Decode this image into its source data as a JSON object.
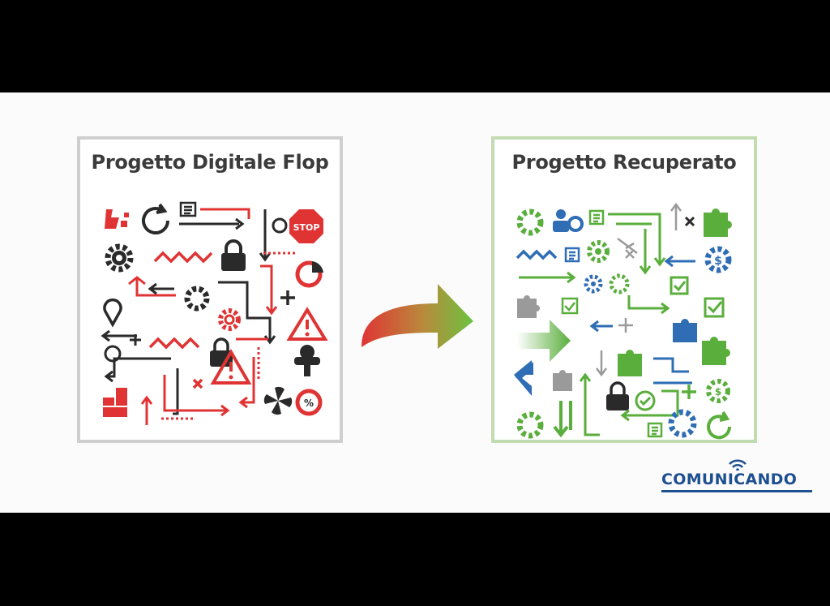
{
  "left_panel": {
    "title": "Progetto Digitale Flop",
    "sign_text": "STOP",
    "percent_text": "%"
  },
  "right_panel": {
    "title": "Progetto Recuperato",
    "dollar_text": "$"
  },
  "brand": {
    "name": "COMUNICANDO"
  },
  "colors": {
    "flop_red": "#e03434",
    "dark": "#2a2a2a",
    "recover_green": "#5aae3c",
    "recover_blue": "#2f6db5",
    "brand_blue": "#1d4f91",
    "left_border": "#cfcfcf",
    "right_border": "#c3dbb0"
  },
  "icons": {
    "left": [
      "broken-blocks-icon",
      "refresh-icon",
      "document-icon",
      "lock-icon",
      "stop-sign-icon",
      "gear-icon",
      "pie-chart-icon",
      "location-pin-icon",
      "warning-icon",
      "zigzag-icon",
      "plus-icon",
      "bar-chart-icon",
      "fan-icon",
      "percent-icon",
      "close-icon"
    ],
    "right": [
      "gear-icon",
      "team-icon",
      "document-icon",
      "puzzle-icon",
      "dollar-gear-icon",
      "checkbox-icon",
      "check-circle-icon",
      "lock-icon",
      "refresh-icon",
      "arrow-icon",
      "zigzag-icon"
    ]
  }
}
